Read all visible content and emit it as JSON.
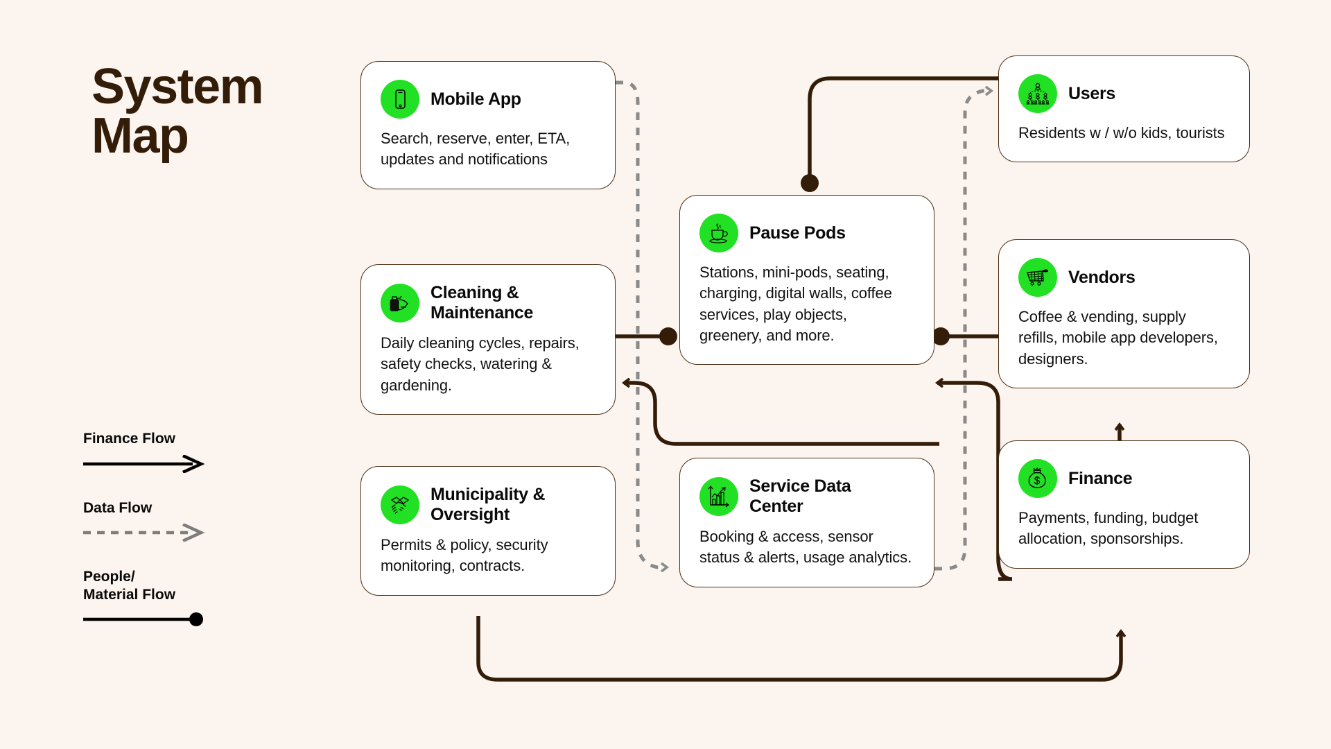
{
  "page": {
    "title": "System\nMap",
    "background_color": "#fbf4ef",
    "accent_color": "#22e023",
    "line_color": "#331c08",
    "data_line_color": "#7d7d7d"
  },
  "legend": {
    "items": [
      {
        "label": "Finance Flow",
        "style": "solid-arrow",
        "color": "#000000"
      },
      {
        "label": "Data Flow",
        "style": "dashed-arrow",
        "color": "#7d7d7d"
      },
      {
        "label": "People/\nMaterial Flow",
        "style": "solid-dot",
        "color": "#000000"
      }
    ]
  },
  "nodes": [
    {
      "id": "mobile-app",
      "title": "Mobile App",
      "body": "Search, reserve, enter, ETA, updates and notifications",
      "icon": "mobile-phone-icon"
    },
    {
      "id": "cleaning-maintenance",
      "title": "Cleaning &\nMaintenance",
      "body": "Daily cleaning cycles, repairs, safety checks, watering & gardening.",
      "icon": "spray-bottle-cleaning-icon"
    },
    {
      "id": "municipality-oversight",
      "title": "Municipality &\nOversight",
      "body": "Permits & policy, security monitoring, contracts.",
      "icon": "handshake-icon"
    },
    {
      "id": "pause-pods",
      "title": "Pause Pods",
      "body": "Stations, mini-pods, seating, charging, digital walls, coffee services, play objects, greenery, and more.",
      "icon": "coffee-cup-icon"
    },
    {
      "id": "service-data-center",
      "title": "Service Data\nCenter",
      "body": "Booking & access, sensor status & alerts, usage analytics.",
      "icon": "bar-chart-growth-icon"
    },
    {
      "id": "users",
      "title": "Users",
      "body": "Residents w / w/o kids, tourists",
      "icon": "people-hierarchy-icon"
    },
    {
      "id": "vendors",
      "title": "Vendors",
      "body": "Coffee & vending, supply refills, mobile app developers, designers.",
      "icon": "shopping-cart-icon"
    },
    {
      "id": "finance",
      "title": "Finance",
      "body": "Payments, funding, budget allocation, sponsorships.",
      "icon": "money-bag-icon"
    }
  ],
  "connections": [
    {
      "from": "mobile-app",
      "to": "service-data-center",
      "flow": "data"
    },
    {
      "from": "service-data-center",
      "to": "users",
      "flow": "data"
    },
    {
      "from": "cleaning-maintenance",
      "to": "pause-pods",
      "flow": "people-material"
    },
    {
      "from": "pause-pods",
      "to": "cleaning-maintenance",
      "flow": "finance"
    },
    {
      "from": "users",
      "to": "pause-pods",
      "flow": "people-material"
    },
    {
      "from": "pause-pods",
      "to": "vendors",
      "flow": "people-material"
    },
    {
      "from": "finance",
      "to": "pause-pods",
      "flow": "finance"
    },
    {
      "from": "finance",
      "to": "vendors",
      "flow": "finance"
    },
    {
      "from": "municipality-oversight",
      "to": "finance",
      "flow": "finance"
    }
  ]
}
